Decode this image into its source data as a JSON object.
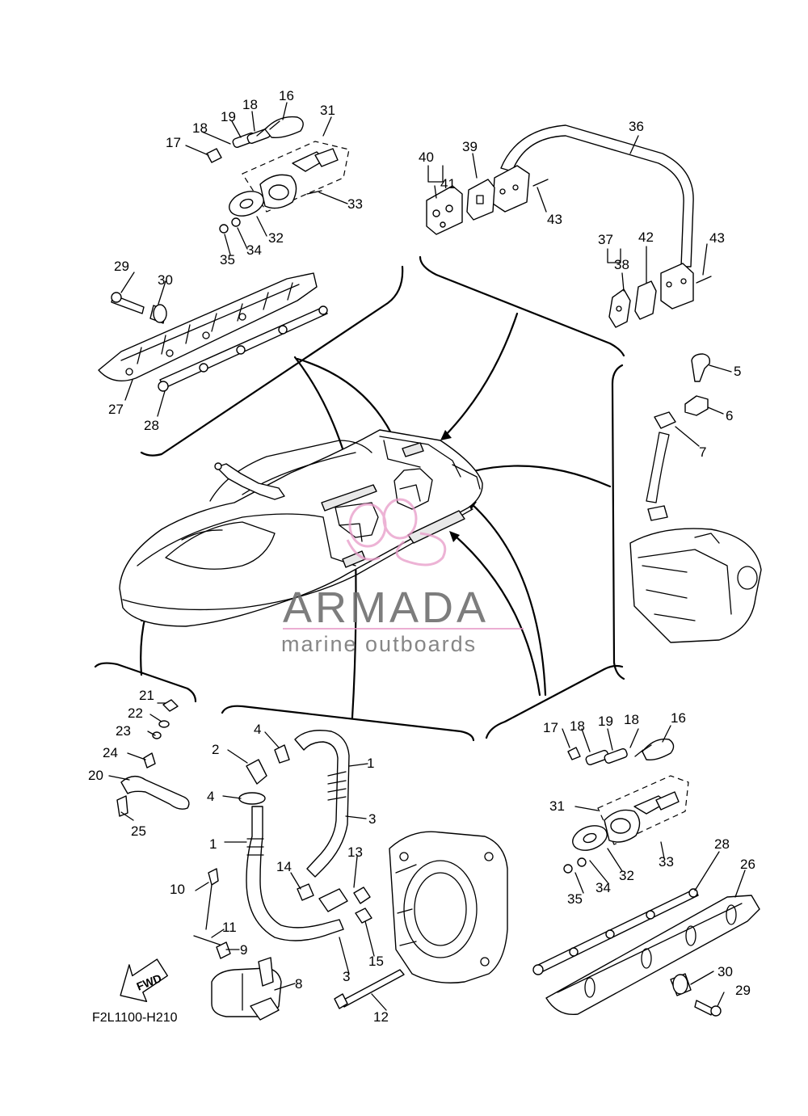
{
  "drawing_code": "F2L1100-H210",
  "watermark": {
    "brand": "ARMADA",
    "tagline": "marine outboards",
    "brand_color": "#6f6f6f",
    "accent_color": "#e79ac8"
  },
  "fwd_label": "FWD",
  "callouts": {
    "c1a": "1",
    "c1b": "1",
    "c2": "2",
    "c3a": "3",
    "c3b": "3",
    "c4a": "4",
    "c4b": "4",
    "c5": "5",
    "c6": "6",
    "c7": "7",
    "c8": "8",
    "c9": "9",
    "c10": "10",
    "c11": "11",
    "c12": "12",
    "c13": "13",
    "c14": "14",
    "c15": "15",
    "c16a": "16",
    "c16b": "16",
    "c17a": "17",
    "c17b": "17",
    "c18a": "18",
    "c18b": "18",
    "c18c": "18",
    "c18d": "18",
    "c19a": "19",
    "c19b": "19",
    "c20": "20",
    "c21": "21",
    "c22": "22",
    "c23": "23",
    "c24": "24",
    "c25": "25",
    "c26": "26",
    "c27": "27",
    "c28a": "28",
    "c28b": "28",
    "c29a": "29",
    "c29b": "29",
    "c30a": "30",
    "c30b": "30",
    "c31a": "31",
    "c31b": "31",
    "c32a": "32",
    "c32b": "32",
    "c33a": "33",
    "c33b": "33",
    "c34a": "34",
    "c34b": "34",
    "c35a": "35",
    "c35b": "35",
    "c36": "36",
    "c37": "37",
    "c38": "38",
    "c39": "39",
    "c40": "40",
    "c41": "41",
    "c42": "42",
    "c43a": "43",
    "c43b": "43"
  }
}
